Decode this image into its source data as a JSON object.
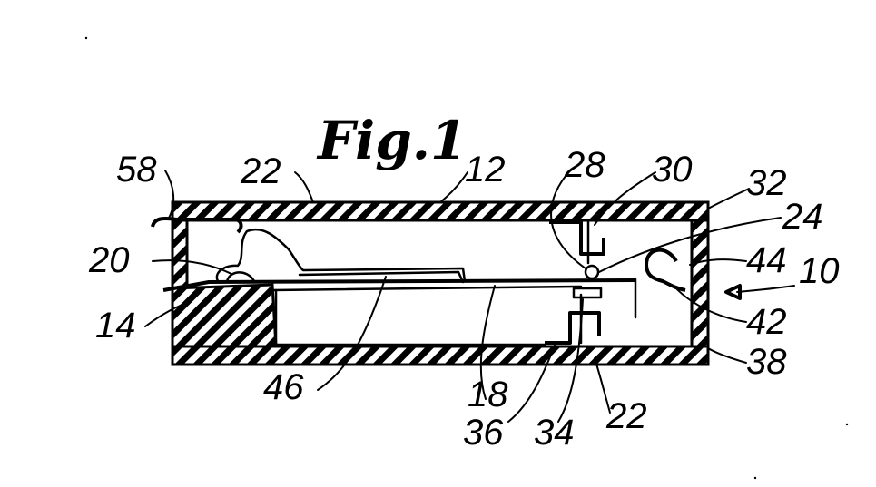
{
  "figure": {
    "title": "Fig.1",
    "reference_numerals": [
      {
        "id": "58",
        "text": "58"
      },
      {
        "id": "22-top",
        "text": "22"
      },
      {
        "id": "12",
        "text": "12"
      },
      {
        "id": "28",
        "text": "28"
      },
      {
        "id": "30",
        "text": "30"
      },
      {
        "id": "32",
        "text": "32"
      },
      {
        "id": "24",
        "text": "24"
      },
      {
        "id": "20",
        "text": "20"
      },
      {
        "id": "44",
        "text": "44"
      },
      {
        "id": "10",
        "text": "10"
      },
      {
        "id": "14",
        "text": "14"
      },
      {
        "id": "42",
        "text": "42"
      },
      {
        "id": "38",
        "text": "38"
      },
      {
        "id": "46",
        "text": "46"
      },
      {
        "id": "18",
        "text": "18"
      },
      {
        "id": "36",
        "text": "36"
      },
      {
        "id": "34",
        "text": "34"
      },
      {
        "id": "22-bottom",
        "text": "22"
      }
    ]
  }
}
